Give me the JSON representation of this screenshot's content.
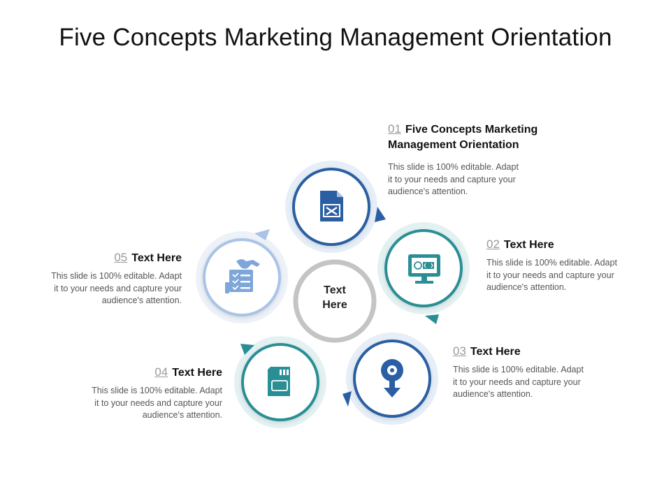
{
  "title": "Five Concepts Marketing Management Orientation",
  "center": {
    "label_line1": "Text",
    "label_line2": "Here"
  },
  "items": [
    {
      "num": "01",
      "heading_line1": "Five Concepts Marketing",
      "heading_line2": "Management Orientation",
      "body": [
        "This slide is 100% editable. Adapt",
        "it to your needs and capture your",
        "audience's attention."
      ],
      "icon": "excel-document-icon",
      "color": "#2b5fa3"
    },
    {
      "num": "02",
      "heading_line1": "Text Here",
      "heading_line2": "",
      "body": [
        "This slide is 100% editable. Adapt",
        "it to your needs and capture your",
        "audience's attention."
      ],
      "icon": "computer-monitor-icon",
      "color": "#2a8f94"
    },
    {
      "num": "03",
      "heading_line1": "Text Here",
      "heading_line2": "",
      "body": [
        "This slide is 100% editable. Adapt",
        "it to your needs and capture your",
        "audience's attention."
      ],
      "icon": "disc-download-icon",
      "color": "#2b5fa3"
    },
    {
      "num": "04",
      "heading_line1": "Text Here",
      "heading_line2": "",
      "body": [
        "This slide is 100% editable. Adapt",
        "it to your needs and capture your",
        "audience's attention."
      ],
      "icon": "sd-card-icon",
      "color": "#2a8f94"
    },
    {
      "num": "05",
      "heading_line1": "Text Here",
      "heading_line2": "",
      "body": [
        "This slide is 100% editable. Adapt",
        "it to your needs and capture your",
        "audience's attention."
      ],
      "icon": "handshake-checklist-icon",
      "color": "#7ea6d8"
    }
  ]
}
